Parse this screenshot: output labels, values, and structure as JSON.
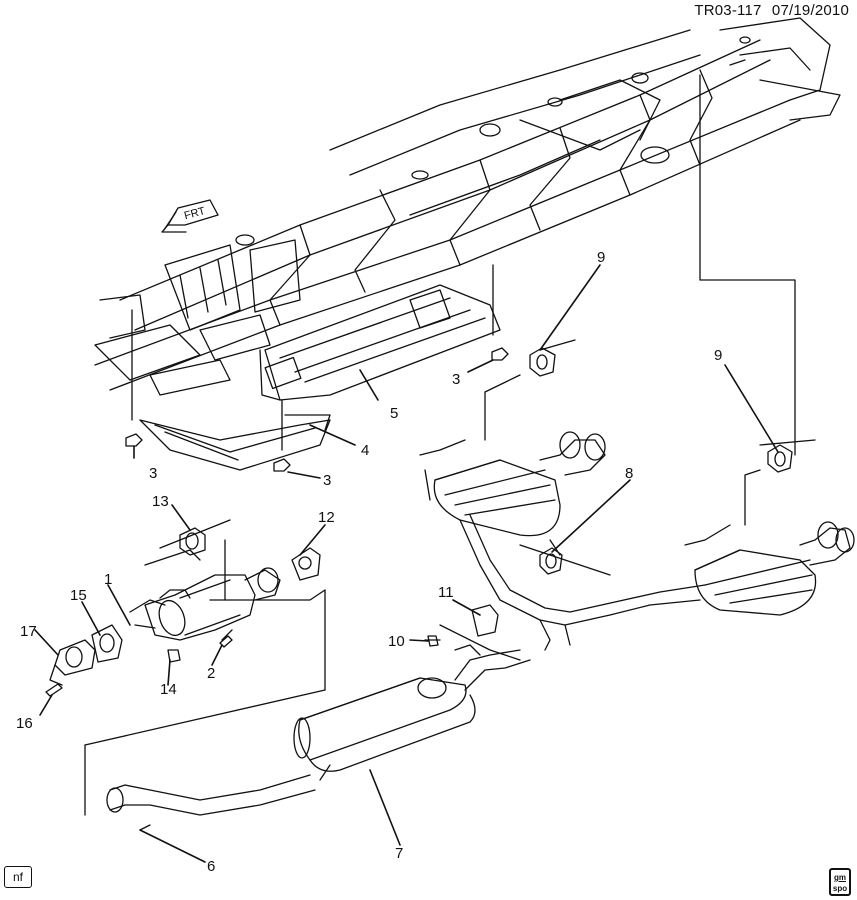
{
  "header": {
    "code": "TR03-117",
    "date": "07/19/2010"
  },
  "direction_label": "FRT",
  "corner_tag": "nf",
  "logo": {
    "line1": "gm",
    "line2": "spo"
  },
  "callouts": [
    "1",
    "2",
    "3",
    "3",
    "3",
    "4",
    "5",
    "6",
    "7",
    "8",
    "9",
    "9",
    "10",
    "11",
    "12",
    "13",
    "14",
    "15",
    "16",
    "17"
  ],
  "colors": {
    "line": "#111111",
    "background": "#ffffff"
  }
}
